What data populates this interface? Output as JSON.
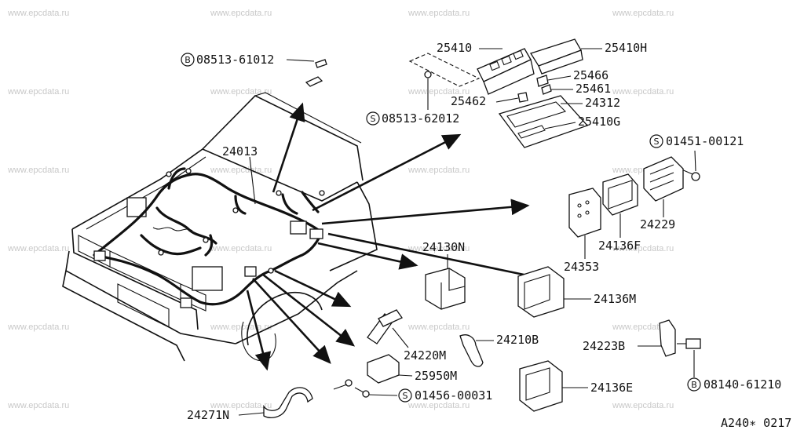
{
  "watermark": "www.epcdata.ru",
  "callouts": [
    {
      "id": "b_08513_61012",
      "badge": "B",
      "text": "08513-61012"
    },
    {
      "id": "s_08513_62012",
      "badge": "S",
      "text": "08513-62012"
    },
    {
      "id": "p25410",
      "text": "25410"
    },
    {
      "id": "p25410h",
      "text": "25410H"
    },
    {
      "id": "p25466",
      "text": "25466"
    },
    {
      "id": "p25461",
      "text": "25461"
    },
    {
      "id": "p25462",
      "text": "25462"
    },
    {
      "id": "p24312",
      "text": "24312"
    },
    {
      "id": "p25410g",
      "text": "25410G"
    },
    {
      "id": "s_01451_00121",
      "badge": "S",
      "text": "01451-00121"
    },
    {
      "id": "p24013",
      "text": "24013"
    },
    {
      "id": "p24229",
      "text": "24229"
    },
    {
      "id": "p24136f",
      "text": "24136F"
    },
    {
      "id": "p24353",
      "text": "24353"
    },
    {
      "id": "p24130n",
      "text": "24130N"
    },
    {
      "id": "p24136m",
      "text": "24136M"
    },
    {
      "id": "p24220m",
      "text": "24220M"
    },
    {
      "id": "p24210b",
      "text": "24210B"
    },
    {
      "id": "p24223b",
      "text": "24223B"
    },
    {
      "id": "p25950m",
      "text": "25950M"
    },
    {
      "id": "s_01456_00031",
      "badge": "S",
      "text": "01456-00031"
    },
    {
      "id": "p24136e",
      "text": "24136E"
    },
    {
      "id": "b_08140_61210",
      "badge": "B",
      "text": "08140-61210"
    },
    {
      "id": "p24271n",
      "text": "24271N"
    }
  ],
  "diagram_code": "A240∗ 0217"
}
